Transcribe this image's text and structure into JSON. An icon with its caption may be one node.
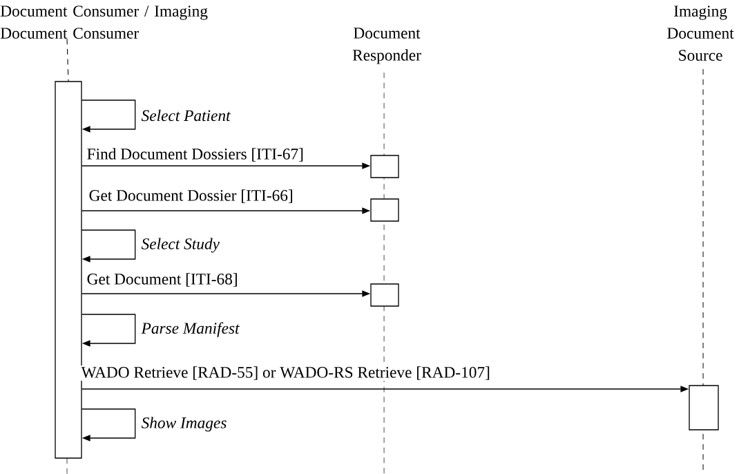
{
  "diagram": {
    "nodes": [
      {
        "text": [
          "Document Consumer / Imaging Document Consumer"
        ]
      },
      {
        "text": [
          "Document Responder"
        ]
      },
      {
        "text": [
          "Imaging Document Source"
        ]
      },
      {
        "text": [],
        "shape": "box"
      },
      {
        "text": [],
        "shape": "box"
      },
      {
        "text": [],
        "shape": "box"
      },
      {
        "text": [],
        "shape": "box"
      },
      {
        "text": [],
        "shape": "box"
      }
    ],
    "edges": [
      {
        "from": 3,
        "to": 3,
        "arrow": "to",
        "label": "Select Patient"
      },
      {
        "from": 3,
        "to": 4,
        "arrow": "to",
        "label": "Find Document Dossiers [ITI-67]"
      },
      {
        "from": 3,
        "to": 5,
        "arrow": "to",
        "label": "Get Document Dossier [ITI-66]"
      },
      {
        "from": 3,
        "to": 3,
        "arrow": "to",
        "label": "Select Study"
      },
      {
        "from": 3,
        "to": 6,
        "arrow": "to",
        "label": "Get Document [ITI-68]"
      },
      {
        "from": 3,
        "to": 3,
        "arrow": "to",
        "label": "Parse Manifest"
      },
      {
        "from": 3,
        "to": 7,
        "arrow": "to",
        "label": "WADO Retrieve [RAD-55] or WADO-RS Retrieve [RAD-107]"
      },
      {
        "from": 3,
        "to": 3,
        "arrow": "to",
        "label": "Show Images"
      },
      {
        "from": 0,
        "to": 3,
        "arrow": "none",
        "style": "dashed"
      }
    ]
  }
}
